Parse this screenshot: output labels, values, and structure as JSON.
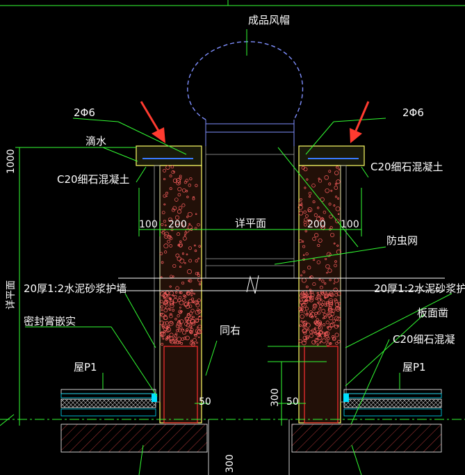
{
  "labels": {
    "wind_cap": "成品风帽",
    "rebar_left": "2Φ6",
    "rebar_right": "2Φ6",
    "drip": "滴水",
    "concrete_left": "C20细石混凝土",
    "concrete_right": "C20细石混凝土",
    "dim_100_left": "100",
    "dim_200_left": "200",
    "plan_ref": "详平面",
    "dim_200_right": "200",
    "dim_100_right": "100",
    "insect_net": "防虫网",
    "mortar_left": "20厚1:2水泥砂浆护墙",
    "mortar_right": "20厚1:2水泥砂浆护",
    "sealant": "密封膏嵌实",
    "same_right": "同右",
    "plate_flashing": "板面凿",
    "concrete_right_lower": "C20细石混凝",
    "roof_left": "屋P1",
    "roof_right": "屋P1",
    "dim_50_left": "50",
    "dim_50_right": "50",
    "dim_300_mid": "300",
    "dim_300_bottom": "300",
    "dim_1000_vert": "1000",
    "plan_vert": "详平面"
  },
  "colors": {
    "background": "#000000",
    "outline": "#ffff66",
    "concrete_dots": "#ff6060",
    "dimension": "#33ff33",
    "rebar": "#3a7bff",
    "arrow": "#ff3b30",
    "insulation": "#00e0ff",
    "hatch": "#c04040",
    "text": "#ffffff",
    "cap": "#7f8fff"
  }
}
